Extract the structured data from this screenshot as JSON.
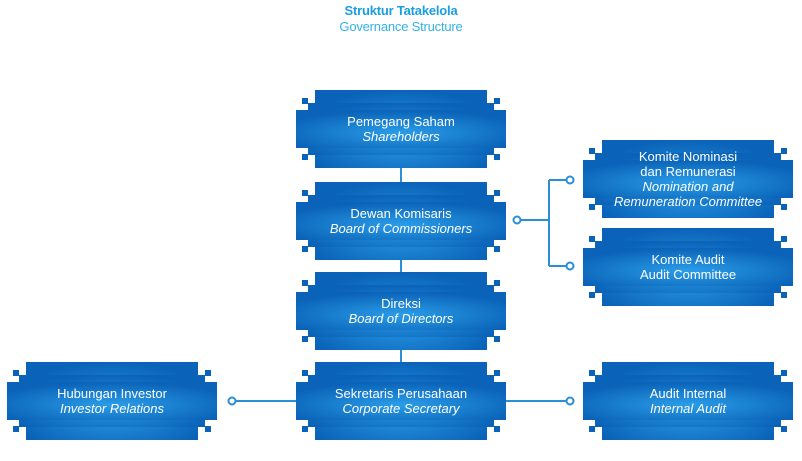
{
  "header": {
    "title": "Struktur Tatakelola",
    "subtitle": "Governance Structure"
  },
  "colors": {
    "box_dark": "#0a63b8",
    "box_light": "#2a9ae6",
    "connector": "#2a8fd4",
    "title": "#1b9ee0"
  },
  "nodes": {
    "shareholders": {
      "lines": [
        "Pemegang Saham"
      ],
      "italic": [
        "Shareholders"
      ]
    },
    "commissioners": {
      "lines": [
        "Dewan Komisaris"
      ],
      "italic": [
        "Board of Commissioners"
      ]
    },
    "directors": {
      "lines": [
        "Direksi"
      ],
      "italic": [
        "Board of Directors"
      ]
    },
    "secretary": {
      "lines": [
        "Sekretaris Perusahaan"
      ],
      "italic": [
        "Corporate Secretary"
      ]
    },
    "investor": {
      "lines": [
        "Hubungan Investor"
      ],
      "italic": [
        "Investor Relations"
      ]
    },
    "audit_internal": {
      "lines": [
        "Audit Internal"
      ],
      "italic": [
        "Internal Audit"
      ]
    },
    "nomination": {
      "lines": [
        "Komite Nominasi",
        "dan Remunerasi"
      ],
      "italic": [
        "Nomination and",
        "Remuneration Committee"
      ]
    },
    "audit_committee": {
      "lines": [
        "Komite Audit",
        "Audit Committee"
      ],
      "italic": []
    }
  }
}
